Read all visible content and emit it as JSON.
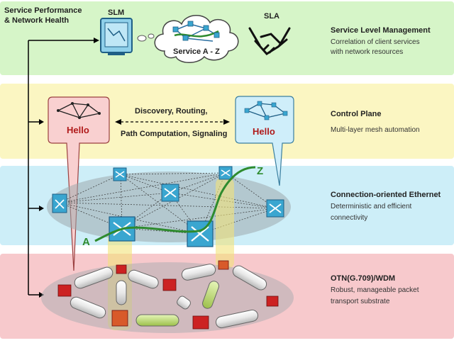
{
  "top_left_note": {
    "line1": "Service Performance",
    "line2": "& Network Health"
  },
  "slm_label": "SLM",
  "cloud_label": "Service A - Z",
  "sla_label": "SLA",
  "control": {
    "line1": "Discovery, Routing,",
    "line2": "Path Computation, Signaling",
    "hello_left": "Hello",
    "hello_right": "Hello"
  },
  "endpoints": {
    "a": "A",
    "z": "Z"
  },
  "layers": [
    {
      "title": "Service Level Management",
      "sub1": "Correlation of client services",
      "sub2": "with network resources",
      "color": "#d6f5c8"
    },
    {
      "title": "Control Plane",
      "sub1": "Multi-layer mesh automation",
      "sub2": "",
      "color": "#fbf6c2"
    },
    {
      "title": "Connection-oriented Ethernet",
      "sub1": "Deterministic and efficient",
      "sub2": "connectivity",
      "color": "#cdeef8"
    },
    {
      "title": "OTN(G.709)/WDM",
      "sub1": "Robust, manageable packet",
      "sub2": "transport substrate",
      "color": "#f7c9cc"
    }
  ],
  "colors": {
    "green_path": "#2e8b2e",
    "switch_fill": "#3aa6d0",
    "red_box": "#cc2222",
    "hello_left_fill": "#f9d0d0",
    "hello_right_fill": "#cfeefa"
  }
}
